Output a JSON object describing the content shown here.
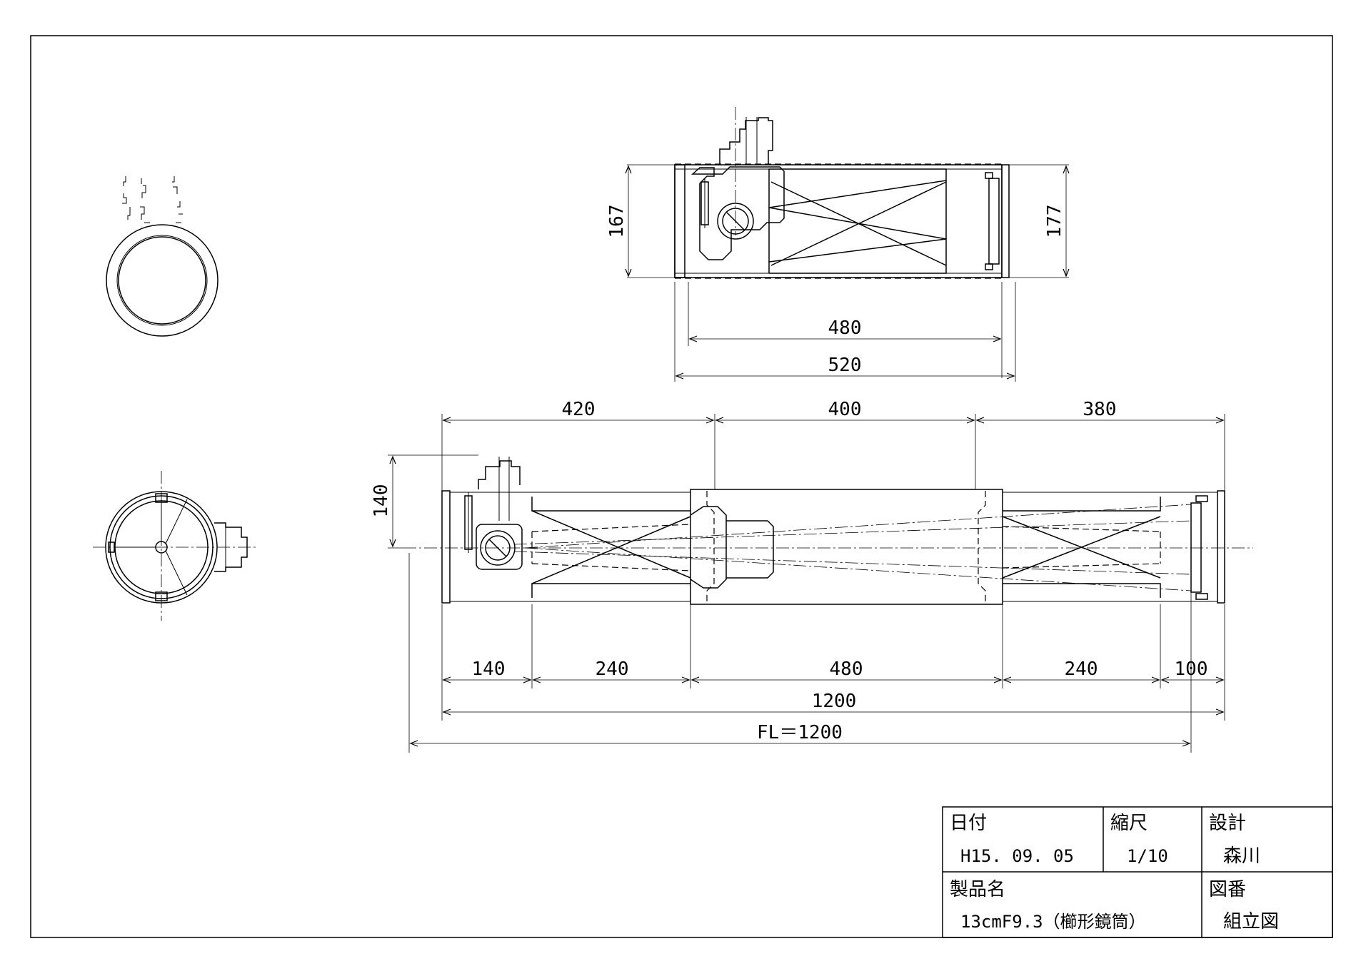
{
  "dimensions": {
    "top_height_left": "167",
    "top_height_right": "177",
    "top_width_inner": "480",
    "top_width_outer": "520",
    "upper_420": "420",
    "upper_400": "400",
    "upper_380": "380",
    "side_height": "140",
    "lower_140": "140",
    "lower_240a": "240",
    "lower_480": "480",
    "lower_240b": "240",
    "lower_100": "100",
    "overall": "1200",
    "focal_length": "FL＝1200"
  },
  "title_block": {
    "date_label": "日付",
    "date_value": "H15. 09. 05",
    "scale_label": "縮尺",
    "scale_value": "1/10",
    "designer_label": "設計",
    "designer_value": "森川",
    "product_label": "製品名",
    "product_value": "13cmF9.3（櫛形鏡筒）",
    "drawing_no_label": "図番",
    "drawing_no_value": "組立図"
  }
}
